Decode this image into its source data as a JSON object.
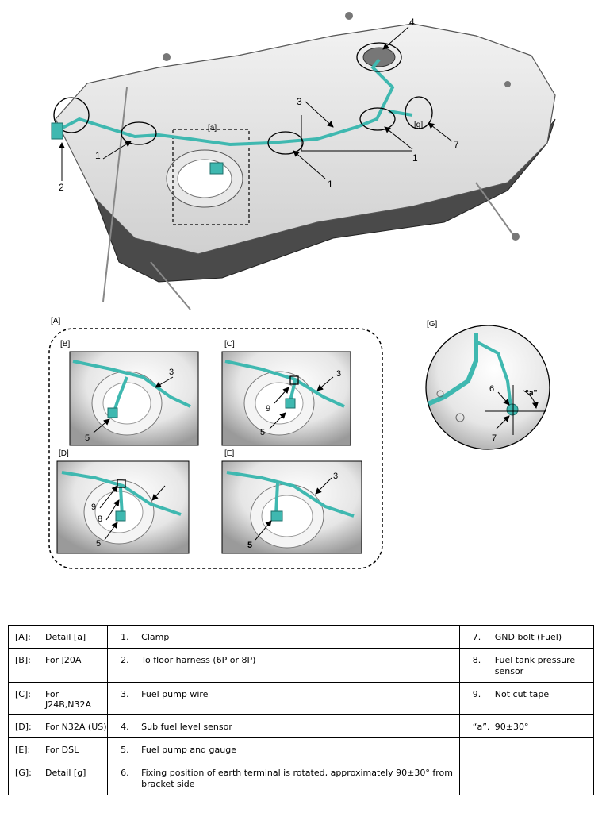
{
  "figure": {
    "main_callouts": {
      "c1a": "1",
      "c1b": "1",
      "c1c": "1",
      "c2": "2",
      "c3": "3",
      "c4": "4",
      "c7": "7",
      "detail_a": "[a]",
      "detail_g": "[g]"
    },
    "group_label": "[A]",
    "panels": {
      "B": {
        "label": "[B]",
        "c3": "3",
        "c5": "5"
      },
      "C": {
        "label": "[C]",
        "c3": "3",
        "c9": "9",
        "c5": "5"
      },
      "D": {
        "label": "[D]",
        "c9": "9",
        "c8": "8",
        "c5": "5"
      },
      "E": {
        "label": "[E]",
        "c3": "3",
        "c5": "5"
      }
    },
    "detail_g": {
      "label": "[G]",
      "c6": "6",
      "c7": "7",
      "angle": "“a”"
    }
  },
  "legend": {
    "rows": [
      {
        "k1": "[A]:",
        "v1": "Detail [a]",
        "k2": "1.",
        "v2": "Clamp",
        "k3": "7.",
        "v3": "GND bolt (Fuel)"
      },
      {
        "k1": "[B]:",
        "v1": "For J20A",
        "k2": "2.",
        "v2": "To floor harness (6P or 8P)",
        "k3": "8.",
        "v3": "Fuel tank pressure sensor"
      },
      {
        "k1": "[C]:",
        "v1": "For J24B,N32A",
        "k2": "3.",
        "v2": "Fuel pump wire",
        "k3": "9.",
        "v3": "Not cut tape"
      },
      {
        "k1": "[D]:",
        "v1": "For N32A (US)",
        "k2": "4.",
        "v2": "Sub fuel level sensor",
        "k3": "“a”.",
        "v3": "90±30°"
      },
      {
        "k1": "[E]:",
        "v1": "For DSL",
        "k2": "5.",
        "v2": "Fuel pump and gauge",
        "k3": "",
        "v3": ""
      },
      {
        "k1": "[G]:",
        "v1": "Detail [g]",
        "k2": "6.",
        "v2": "Fixing position of earth terminal is rotated, approximately 90±30° from bracket side",
        "k3": "",
        "v3": ""
      }
    ]
  }
}
